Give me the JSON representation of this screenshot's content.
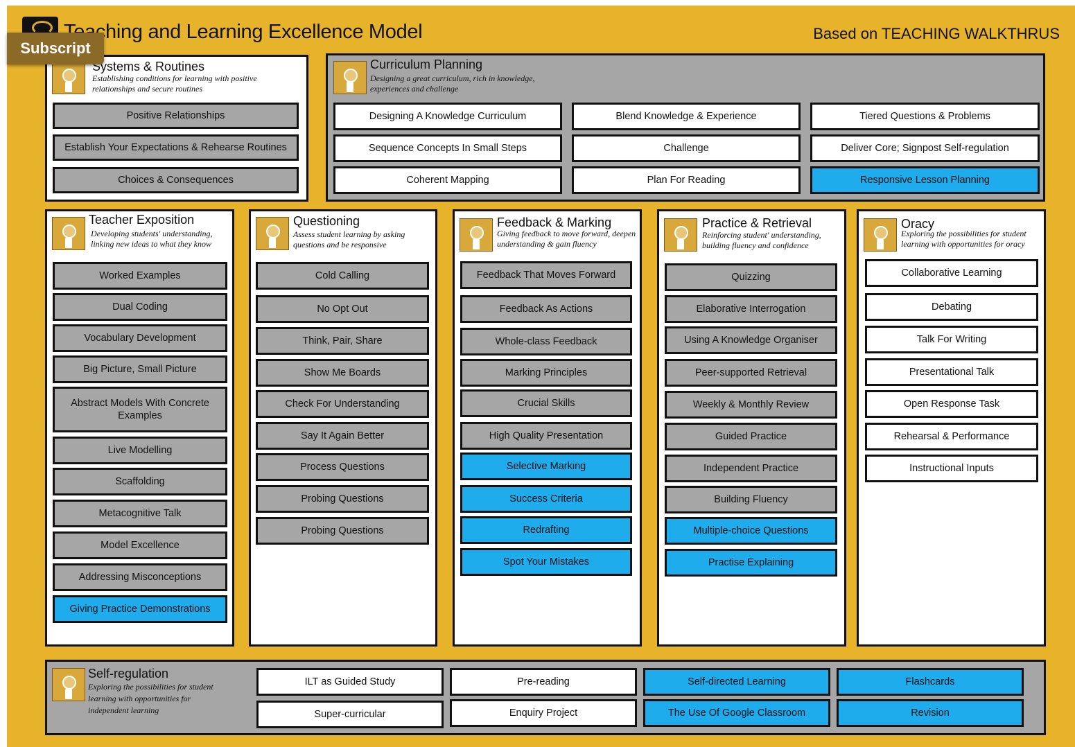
{
  "header": {
    "title": "Teaching and Learning Excellence Model",
    "subtitle": "Based on TEACHING WALKTHRUS",
    "subscript_tab": "Subscript"
  },
  "colors": {
    "background": "#e6b32b",
    "grey_button": "#a6a6a6",
    "highlight_button": "#1eacec",
    "white_button": "#ffffff"
  },
  "systems": {
    "title": "Systems & Routines",
    "desc": "Establishing conditions for learning with positive relationships and secure routines",
    "items": [
      "Positive Relationships",
      "Establish Your Expectations & Rehearse Routines",
      "Choices & Consequences"
    ]
  },
  "curriculum": {
    "title": "Curriculum Planning",
    "desc": "Designing a great curriculum, rich in knowledge, experiences and challenge",
    "items": [
      "Designing A Knowledge Curriculum",
      "Blend Knowledge & Experience",
      "Tiered Questions & Problems",
      "Sequence Concepts In Small Steps",
      "Challenge",
      "Deliver Core; Signpost Self-regulation",
      "Coherent Mapping",
      "Plan For Reading",
      "Responsive Lesson Planning"
    ]
  },
  "exposition": {
    "title": "Teacher Exposition",
    "desc": "Developing students' understanding, linking new ideas to what they know",
    "items": [
      "Worked Examples",
      "Dual Coding",
      "Vocabulary Development",
      "Big Picture, Small Picture",
      "Abstract Models With Concrete Examples",
      "Live Modelling",
      "Scaffolding",
      "Metacognitive Talk",
      "Model Excellence",
      "Addressing Misconceptions",
      "Giving Practice Demonstrations"
    ]
  },
  "questioning": {
    "title": "Questioning",
    "desc": "Assess student learning by asking questions and be responsive",
    "items": [
      "Cold Calling",
      "No Opt Out",
      "Think, Pair, Share",
      "Show Me Boards",
      "Check For Understanding",
      "Say It Again Better",
      "Process Questions",
      "Probing Questions",
      "Probing Questions"
    ]
  },
  "feedback": {
    "title": "Feedback & Marking",
    "desc": "Giving feedback to move forward, deepen understanding & gain fluency",
    "items": [
      "Feedback That Moves Forward",
      "Feedback As Actions",
      "Whole-class Feedback",
      "Marking Principles",
      "Crucial Skills",
      "High Quality Presentation",
      "Selective Marking",
      "Success Criteria",
      "Redrafting",
      "Spot Your Mistakes"
    ]
  },
  "practice": {
    "title": "Practice & Retrieval",
    "desc": "Reinforcing student' understanding, building fluency and confidence",
    "items": [
      "Quizzing",
      "Elaborative Interrogation",
      "Using A Knowledge Organiser",
      "Peer-supported Retrieval",
      "Weekly & Monthly Review",
      "Guided Practice",
      "Independent Practice",
      "Building Fluency",
      "Multiple-choice Questions",
      "Practise Explaining"
    ]
  },
  "oracy": {
    "title": "Oracy",
    "desc": "Exploring the possibilities for student learning with opportunities for oracy",
    "items": [
      "Collaborative Learning",
      "Debating",
      "Talk For Writing",
      "Presentational Talk",
      "Open Response Task",
      "Rehearsal & Performance",
      "Instructional Inputs"
    ]
  },
  "selfreg": {
    "title": "Self-regulation",
    "desc": "Exploring the possibilities for student learning with opportunities for independent learning",
    "items": [
      "ILT as Guided Study",
      "Pre-reading",
      "Self-directed Learning",
      "Flashcards",
      "Super-curricular",
      "Enquiry Project",
      "The Use Of Google Classroom",
      "Revision"
    ]
  }
}
